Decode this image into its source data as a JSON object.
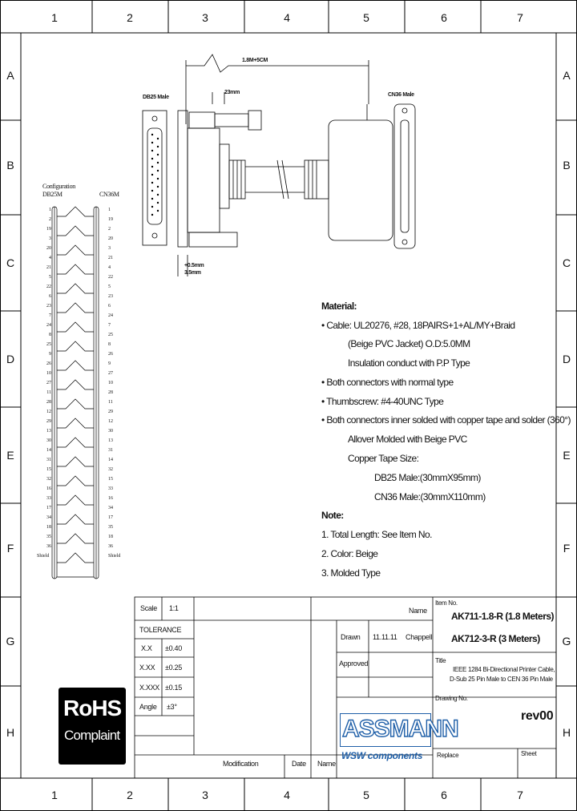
{
  "grid": {
    "columns": [
      "1",
      "2",
      "3",
      "4",
      "5",
      "6",
      "7"
    ],
    "rows": [
      "A",
      "B",
      "C",
      "D",
      "E",
      "F",
      "G",
      "H"
    ]
  },
  "drawing": {
    "length_label": "1.8M+5CM",
    "db25_label": "DB25 Male",
    "cn36_label": "CN36 Male",
    "screw_label": "23mm",
    "tol_a": "+0.5mm",
    "tol_b": "3.5mm"
  },
  "configuration": {
    "title": "Configuration",
    "left_header": "DB25M",
    "right_header": "CN36M",
    "left_pins": [
      "1",
      "2",
      "19",
      "3",
      "20",
      "4",
      "21",
      "5",
      "22",
      "6",
      "23",
      "7",
      "24",
      "8",
      "25",
      "9",
      "26",
      "10",
      "27",
      "11",
      "28",
      "12",
      "29",
      "13",
      "30",
      "14",
      "31",
      "15",
      "32",
      "16",
      "33",
      "17",
      "34",
      "18",
      "35",
      "36",
      "Shield"
    ],
    "right_pins": [
      "1",
      "19",
      "2",
      "20",
      "3",
      "21",
      "4",
      "22",
      "5",
      "23",
      "6",
      "24",
      "7",
      "25",
      "8",
      "26",
      "9",
      "27",
      "10",
      "28",
      "11",
      "29",
      "12",
      "30",
      "13",
      "31",
      "14",
      "32",
      "15",
      "33",
      "16",
      "34",
      "17",
      "35",
      "18",
      "36",
      "Shield"
    ]
  },
  "material": {
    "heading": "Material:",
    "lines": [
      "•  Cable: UL20276, #28, 18PAIRS+1+AL/MY+Braid",
      "(Beige PVC Jacket) O.D:5.0MM",
      "Insulation conduct with P.P Type",
      "•  Both connectors with normal type",
      "•  Thumbscrew: #4-40UNC Type",
      "•  Both connectors inner solded with copper tape and solder (360°)",
      "Allover Molded with Beige PVC",
      "Copper Tape Size:",
      "DB25 Male:(30mmX95mm)",
      "CN36 Male:(30mmX110mm)"
    ]
  },
  "note": {
    "heading": "Note:",
    "lines": [
      "1. Total Length: See Item No.",
      "2. Color: Beige",
      "3. Molded Type"
    ]
  },
  "title_block": {
    "scale_label": "Scale",
    "scale_value": "1:1",
    "tolerance_label": "TOLERANCE",
    "tolerances": [
      {
        "label": "X.X",
        "value": "±0.40"
      },
      {
        "label": "X.XX",
        "value": "±0.25"
      },
      {
        "label": "X.XXX",
        "value": "±0.15"
      },
      {
        "label": "Angle",
        "value": "±3°"
      }
    ],
    "name_label": "Name",
    "drawn_label": "Drawn",
    "drawn_date": "11.11.11",
    "drawn_name": "Chappell",
    "approved_label": "Approved",
    "modification_label": "Modification",
    "date_label": "Date",
    "name_label2": "Name",
    "item_no_label": "Item No.",
    "item_lines": [
      "AK711-1.8-R (1.8 Meters)",
      "AK712-3-R (3 Meters)"
    ],
    "title_label": "Title",
    "title_lines": [
      "IEEE 1284 Bi-Directional Printer Cable,",
      "D-Sub 25 Pin Male to CEN 36 Pin Male"
    ],
    "drawing_no_label": "Drawing No.",
    "revision": "rev00",
    "replace_label": "Replace",
    "sheet_label": "Sheet",
    "brand": "ASSMANN",
    "brand_sub": "WSW components",
    "rohs_1": "RoHS",
    "rohs_2": "Complaint"
  },
  "colors": {
    "brand_blue": "#1f5fa8"
  }
}
